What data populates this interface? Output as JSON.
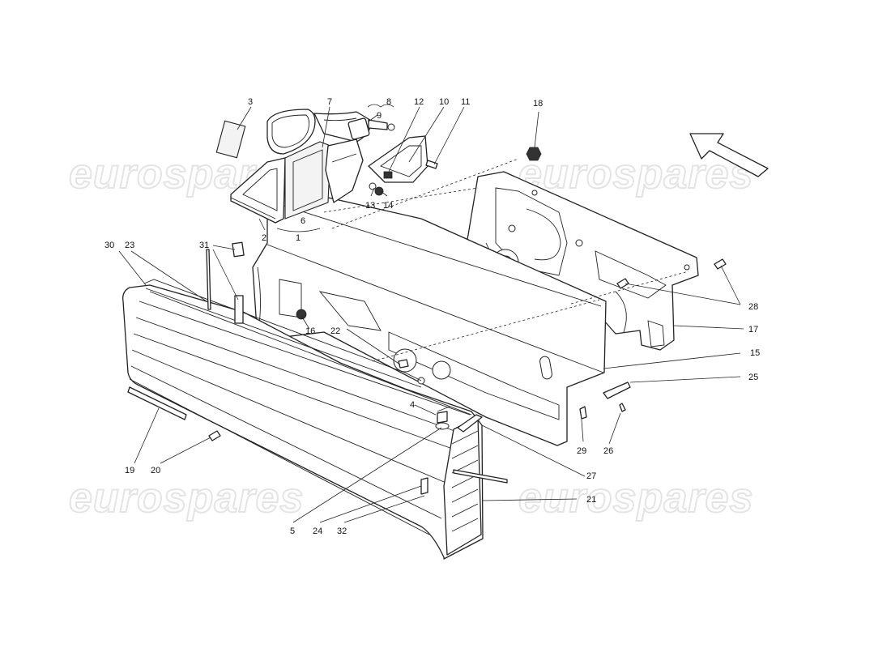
{
  "watermark": "eurospares",
  "callouts": {
    "c1": "1",
    "c2": "2",
    "c3": "3",
    "c4": "4",
    "c5": "5",
    "c6": "6",
    "c7": "7",
    "c8": "8",
    "c9": "9",
    "c10": "10",
    "c11": "11",
    "c12": "12",
    "c13": "13",
    "c14": "14",
    "c15": "15",
    "c16": "16",
    "c17": "17",
    "c18": "18",
    "c19": "19",
    "c20": "20",
    "c21": "21",
    "c22": "22",
    "c23": "23",
    "c24": "24",
    "c25": "25",
    "c26": "26",
    "c27": "27",
    "c28": "28",
    "c29": "29",
    "c30": "30",
    "c31": "31",
    "c32": "32"
  },
  "icons": {
    "direction": "arrow-icon"
  }
}
